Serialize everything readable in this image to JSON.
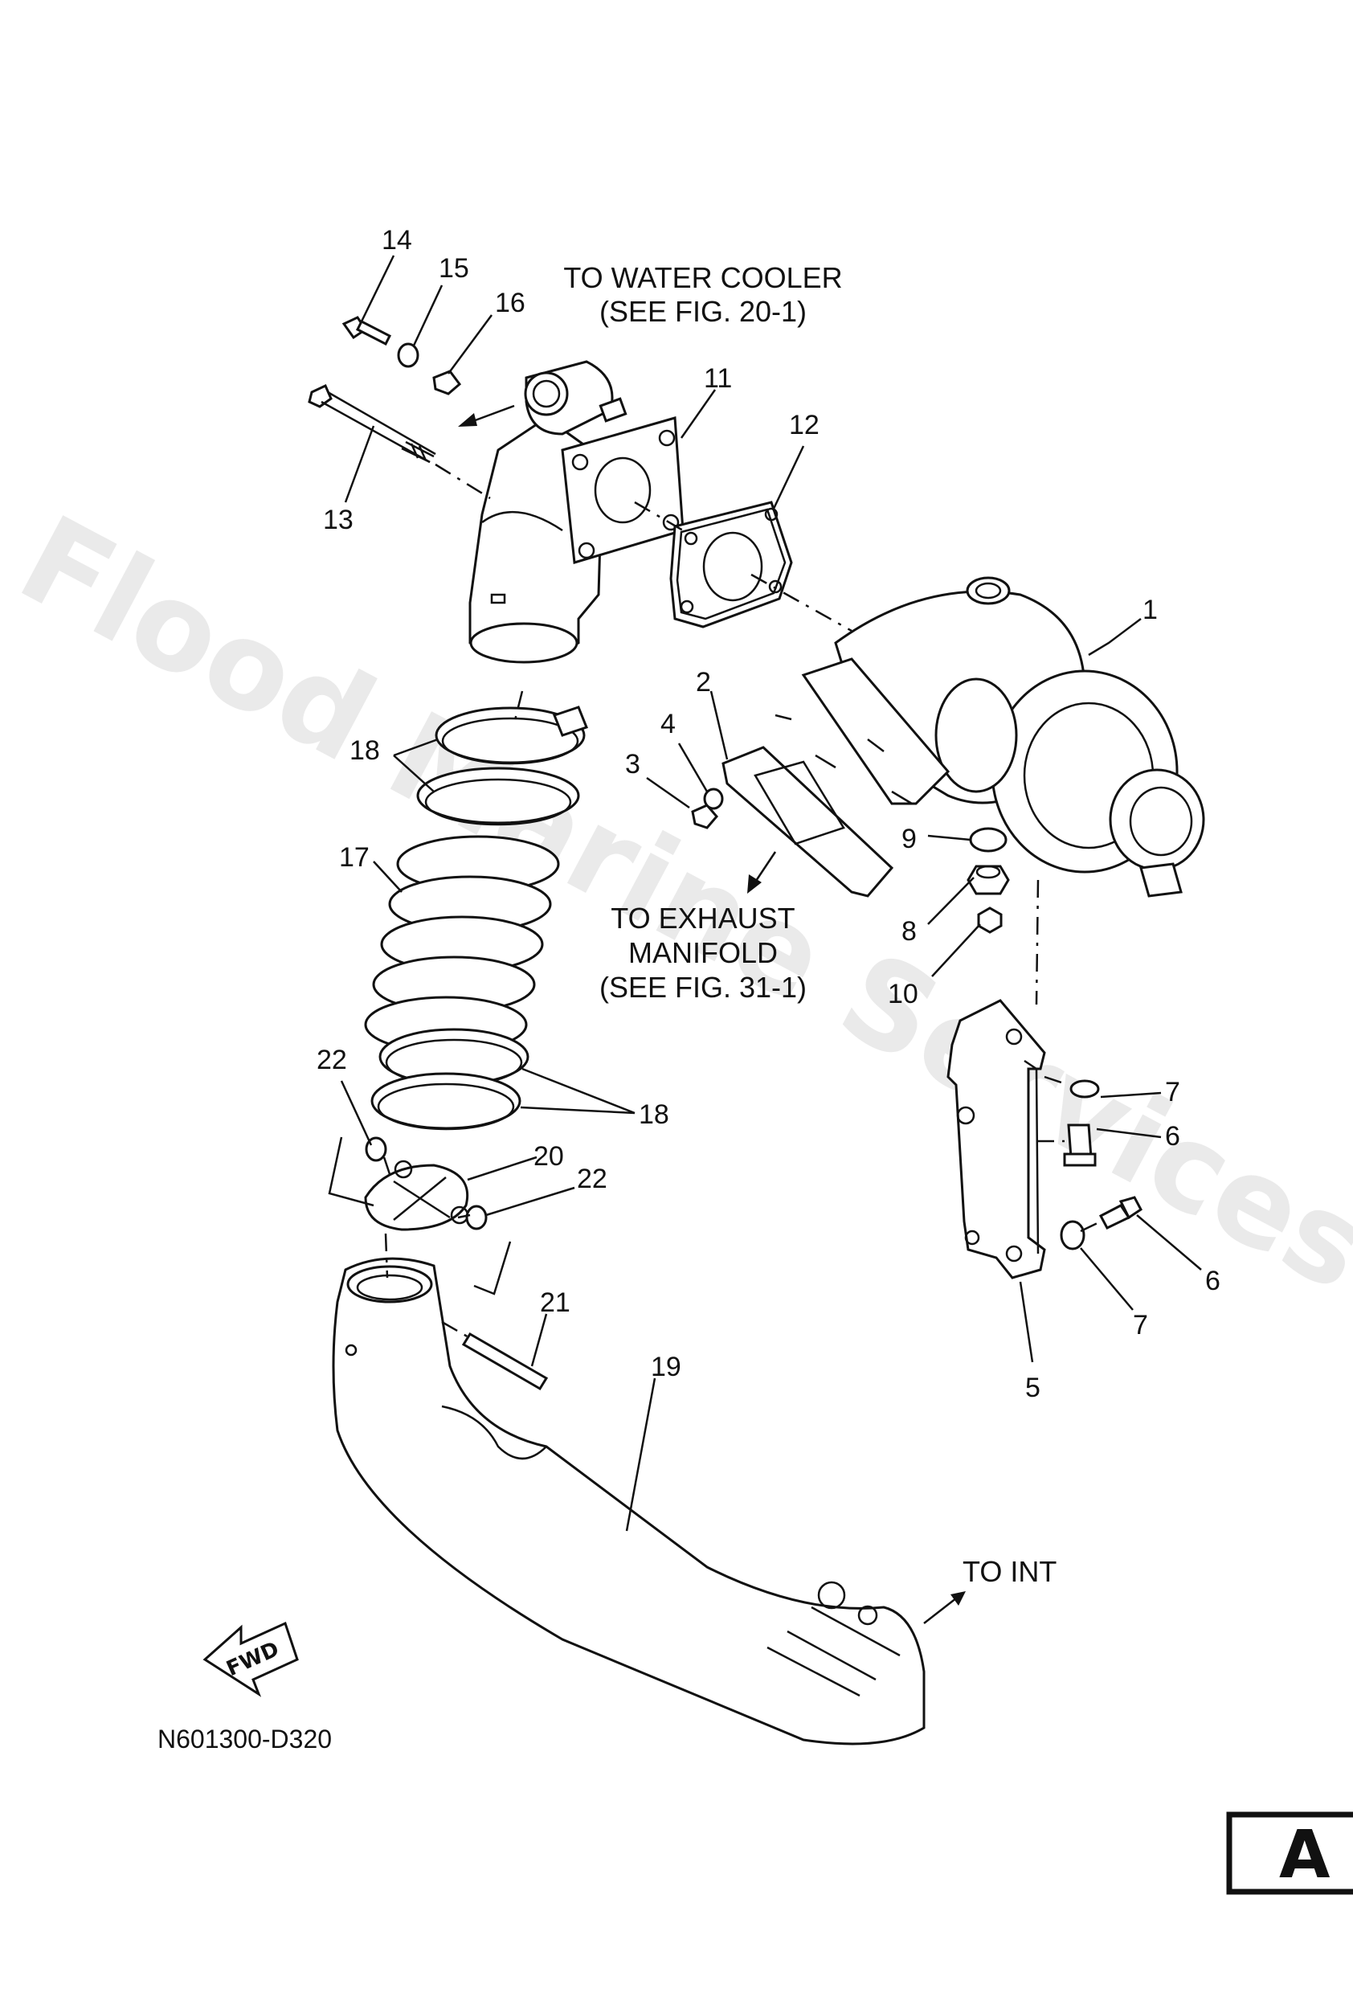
{
  "watermark": "Flood Marine Services",
  "notes": {
    "water_cooler_line1": "TO WATER COOLER",
    "water_cooler_line2": "(SEE FIG. 20-1)",
    "exhaust_line1": "TO EXHAUST",
    "exhaust_line2": "MANIFOLD",
    "exhaust_line3": "(SEE FIG. 31-1)",
    "to_int": "TO INT"
  },
  "fwd_label": "FWD",
  "diagram_code": "N601300-D320",
  "section_box": "A",
  "callouts": {
    "c1": "1",
    "c2": "2",
    "c3": "3",
    "c4": "4",
    "c5": "5",
    "c6a": "6",
    "c6b": "6",
    "c7a": "7",
    "c7b": "7",
    "c8": "8",
    "c9": "9",
    "c10": "10",
    "c11": "11",
    "c12": "12",
    "c13": "13",
    "c14": "14",
    "c15": "15",
    "c16": "16",
    "c17": "17",
    "c18a": "18",
    "c18b": "18",
    "c19": "19",
    "c20": "20",
    "c21": "21",
    "c22a": "22",
    "c22b": "22"
  }
}
